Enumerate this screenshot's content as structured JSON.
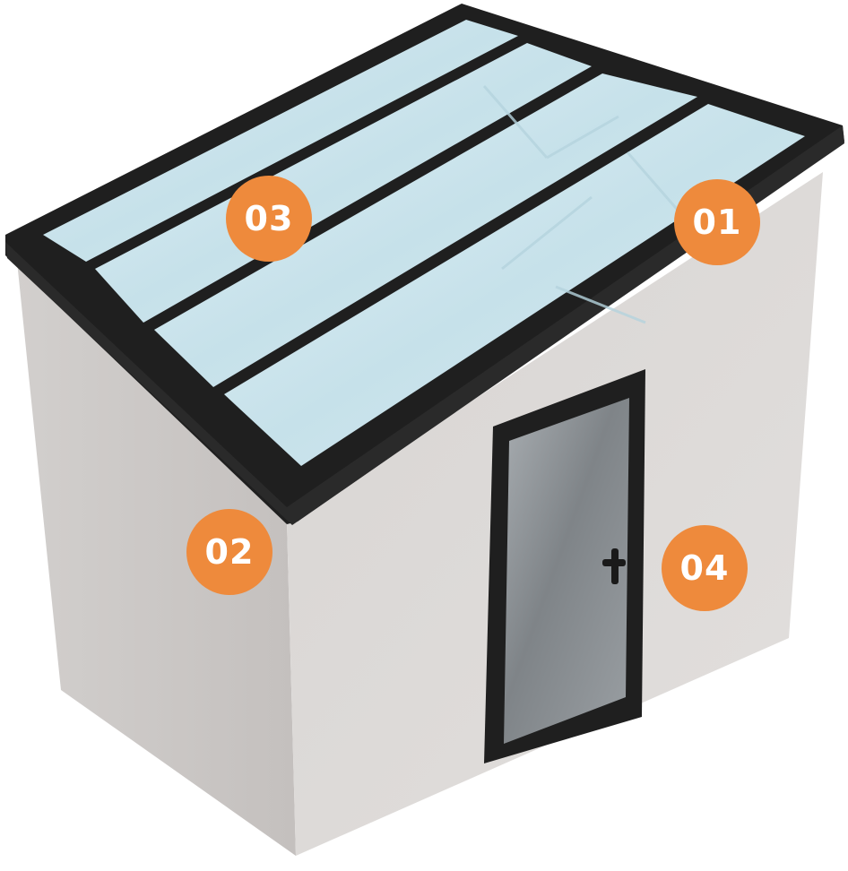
{
  "illustration": {
    "subject_icon": "glass-roof-garden-room",
    "colors": {
      "marker": "#ee8a3c",
      "marker_text": "#ffffff",
      "frame": "#1f1f1f",
      "glass": "#cde6ee",
      "wall_front": "#dcd9d7",
      "wall_side": "#c8c4c2",
      "door_glass": "#8f9498"
    }
  },
  "markers": [
    {
      "id": "01",
      "label": "01"
    },
    {
      "id": "02",
      "label": "02"
    },
    {
      "id": "03",
      "label": "03"
    },
    {
      "id": "04",
      "label": "04"
    }
  ]
}
